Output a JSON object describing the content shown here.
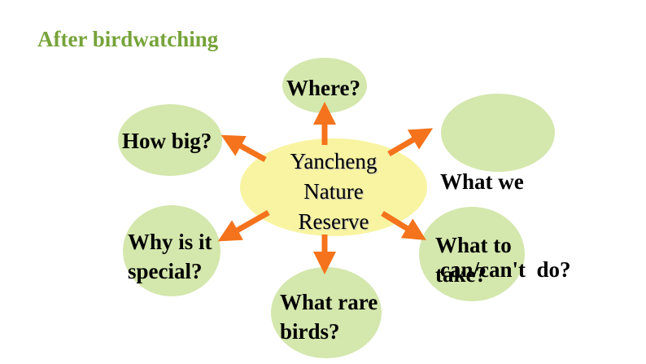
{
  "title": "After birdwatching",
  "center": {
    "lines": [
      "Yancheng",
      "Nature",
      "Reserve"
    ],
    "fill": "#f8f4a2"
  },
  "colors": {
    "title": "#77a33a",
    "bubble": "#d4e7ad",
    "arrow": "#f4731c",
    "center_fill": "#f8f4a2"
  },
  "nodes": [
    {
      "id": "where",
      "lines": [
        "Where?"
      ]
    },
    {
      "id": "how-big",
      "lines": [
        "How big?"
      ]
    },
    {
      "id": "what-we-can-do",
      "lines": [
        "What we",
        "can/can't  do?"
      ]
    },
    {
      "id": "why-special",
      "lines": [
        "Why is it",
        "special?"
      ]
    },
    {
      "id": "what-to-take",
      "lines": [
        "What to",
        "take?"
      ]
    },
    {
      "id": "what-rare-birds",
      "lines": [
        "What rare",
        "birds?"
      ]
    }
  ]
}
